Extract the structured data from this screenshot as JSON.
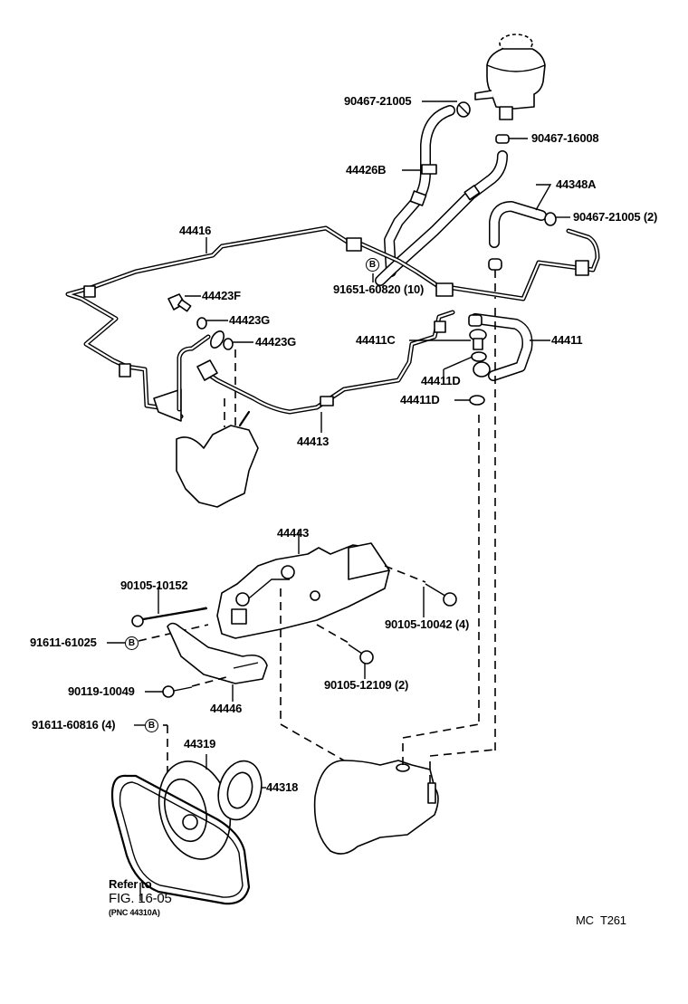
{
  "diagram": {
    "title_code": "MC  T261",
    "refer_note": {
      "line1": "Refer to",
      "line2": "FIG. 16-05",
      "line3": "(PNC 44310A)"
    },
    "callout_symbol": "B",
    "labels": {
      "clamp_reservoir_outlet": "90467-21005",
      "clamp_reservoir_bottom": "90467-16008",
      "hose_return": "44426B",
      "hose_suction": "44348A",
      "clamp_suction_qty": "90467-21005 (2)",
      "pressure_tube": "44416",
      "clip_qty": "91651-60820 (10)",
      "union_bolt_f": "44423F",
      "gasket_g1": "44423G",
      "gasket_g2": "44423G",
      "union_bolt_c": "44411C",
      "hose_pressure": "44411",
      "gasket_d1": "44411D",
      "gasket_d2": "44411D",
      "tube_return": "44413",
      "bracket": "44443",
      "bolt_long": "90105-10152",
      "nut_b": "91611-61025",
      "bolt_adjust": "90119-10049",
      "strap_adjust": "44446",
      "bolt_bracket_qty": "90105-10042 (4)",
      "bolt_bracket2_qty": "90105-12109 (2)",
      "nut_pulley_qty": "91611-60816 (4)",
      "pulley": "44319",
      "plate_pulley": "44318"
    }
  }
}
